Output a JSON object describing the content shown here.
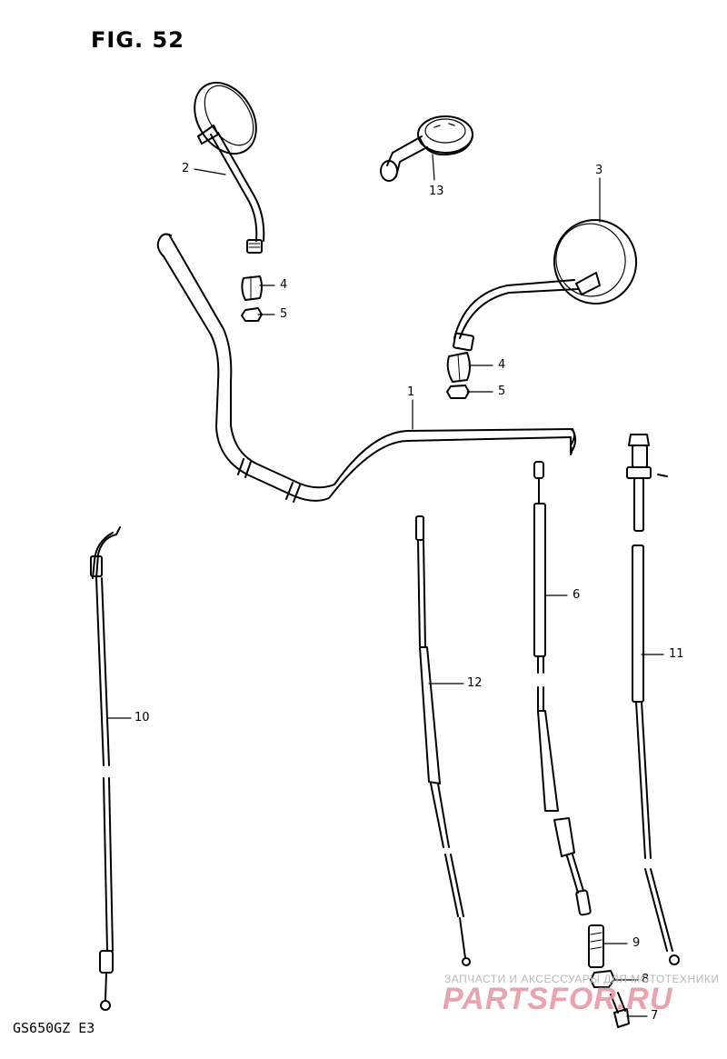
{
  "figure": {
    "title": "FIG. 52",
    "model": "GS650GZ  E3"
  },
  "part_labels": {
    "p1": "1",
    "p2": "2",
    "p3": "3",
    "p4a": "4",
    "p5a": "5",
    "p4b": "4",
    "p5b": "5",
    "p6": "6",
    "p7": "7",
    "p8": "8",
    "p9": "9",
    "p10": "10",
    "p11": "11",
    "p12": "12",
    "p13": "13"
  },
  "watermark": {
    "caption": "ЗАПЧАСТИ И АКСЕССУАРЫ ДЛЯ МОТОТЕХНИКИ",
    "logo": "PARTSFOR.RU"
  },
  "colors": {
    "line": "#000000",
    "watermark_caption": "#b8b8b8",
    "watermark_logo": "#e79aa6"
  }
}
